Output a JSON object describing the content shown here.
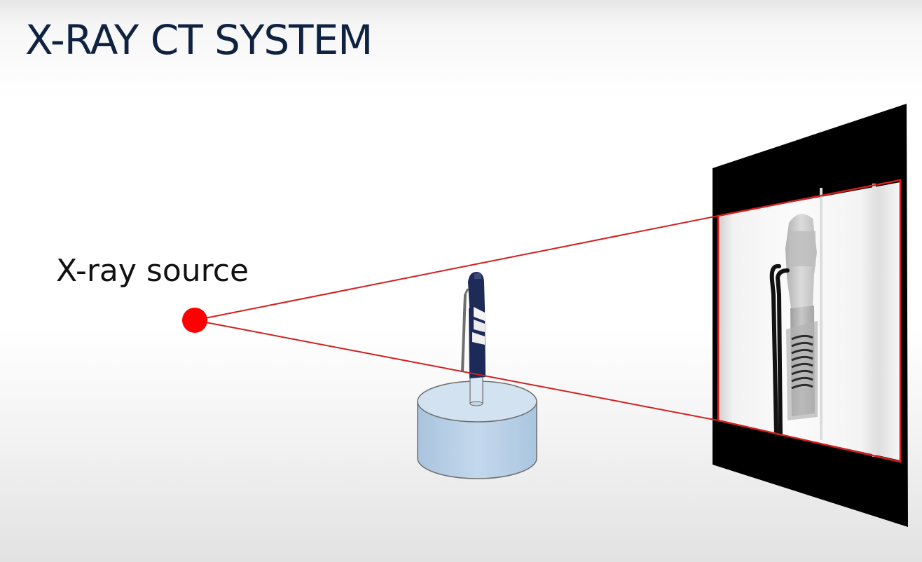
{
  "slide": {
    "title": "X-RAY CT SYSTEM"
  },
  "labels": {
    "source": "X-ray source"
  },
  "colors": {
    "title": "#0f2340",
    "beam": "#d02020",
    "source_dot": "#ff0000",
    "stage_fill": "#bcd3e8",
    "stage_stroke": "#6e6e6e",
    "detector": "#000000"
  },
  "components": {
    "source": "x-ray-source-dot",
    "beam": "cone-beam",
    "sample": "pen-sample",
    "stage": "rotation-stage",
    "detector": "flat-panel-detector",
    "projection": "x-ray-projection-image"
  }
}
